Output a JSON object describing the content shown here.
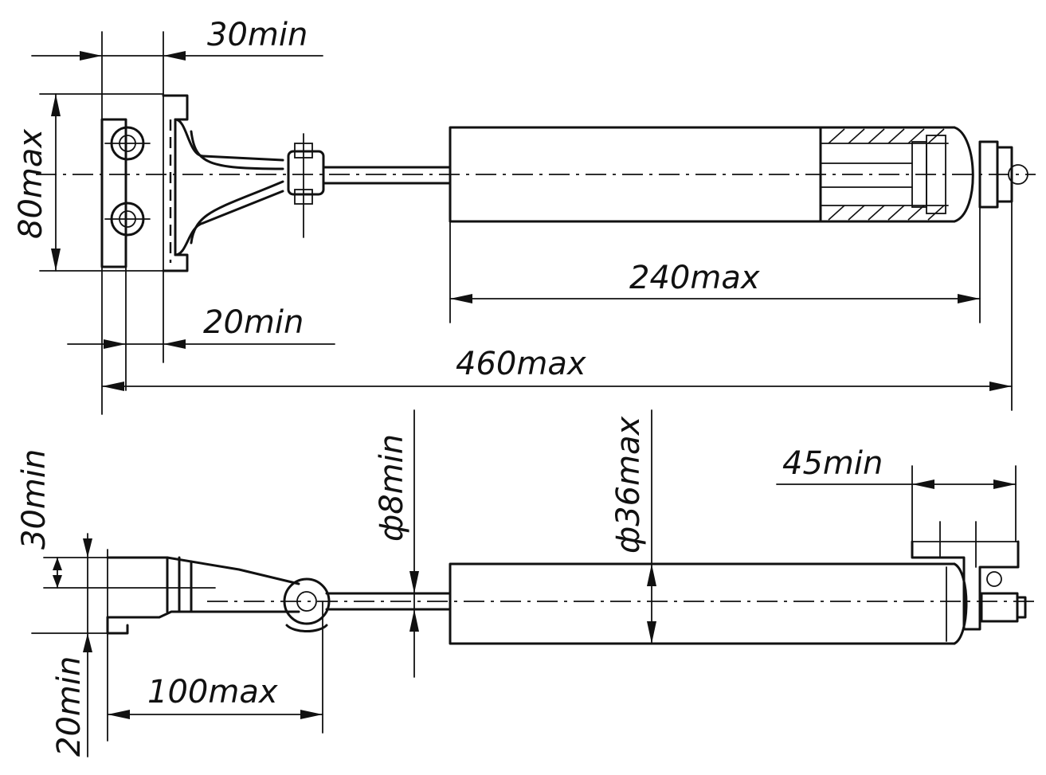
{
  "drawing": {
    "dimensions": {
      "top_flange_gap": "30min",
      "top_flange_height": "80max",
      "top_min_offset": "20min",
      "body_length": "240max",
      "overall_length": "460max",
      "side_height_top": "30min",
      "side_height_bottom": "20min",
      "rod_diameter": "ф8min",
      "body_diameter": "ф36max",
      "end_fitting": "45min",
      "bracket_length": "100max"
    }
  }
}
